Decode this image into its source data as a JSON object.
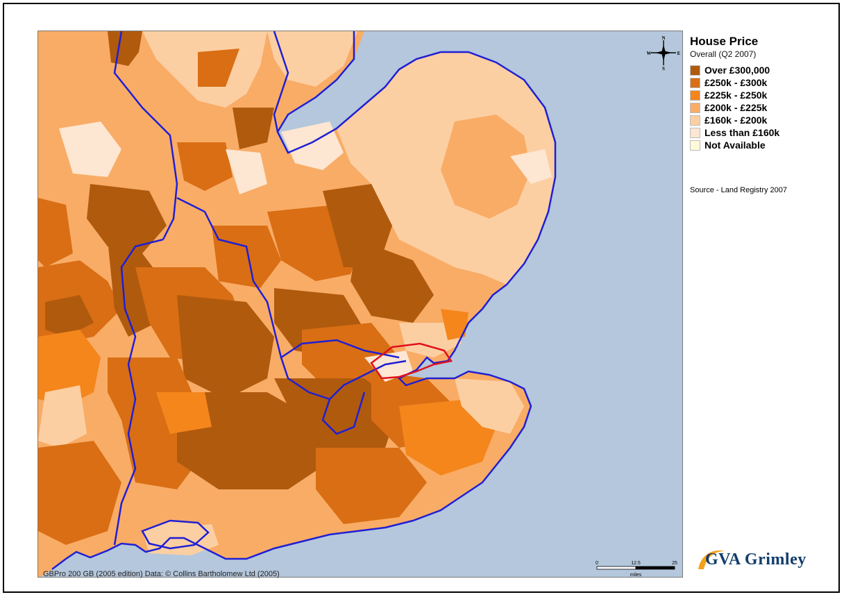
{
  "legend": {
    "title": "House Price",
    "subtitle": "Overall (Q2 2007)",
    "items": [
      {
        "label": "Over £300,000",
        "color": "#b05a0e"
      },
      {
        "label": "£250k - £300k",
        "color": "#d96e14"
      },
      {
        "label": "£225k - £250k",
        "color": "#f4861c"
      },
      {
        "label": "£200k - £225k",
        "color": "#f9ac66"
      },
      {
        "label": "£160k - £200k",
        "color": "#fccfa3"
      },
      {
        "label": "Less than £160k",
        "color": "#fde6d2"
      },
      {
        "label": "Not Available",
        "color": "#fffbd8"
      }
    ]
  },
  "source": "Source - Land Registry 2007",
  "credit": "GBPro 200 GB (2005 edition) Data:  © Collins Bartholomew Ltd (2005)",
  "compass": {
    "n": "N",
    "s": "S",
    "e": "E",
    "w": "W"
  },
  "scale": {
    "zero": "0",
    "mid": "12.5",
    "max": "25",
    "unit": "miles"
  },
  "logo": {
    "text": "GVA Grimley"
  },
  "colors": {
    "sea": "#b4c7dc",
    "boundary": "#1f1fd4",
    "highlight": "#e0101c"
  }
}
